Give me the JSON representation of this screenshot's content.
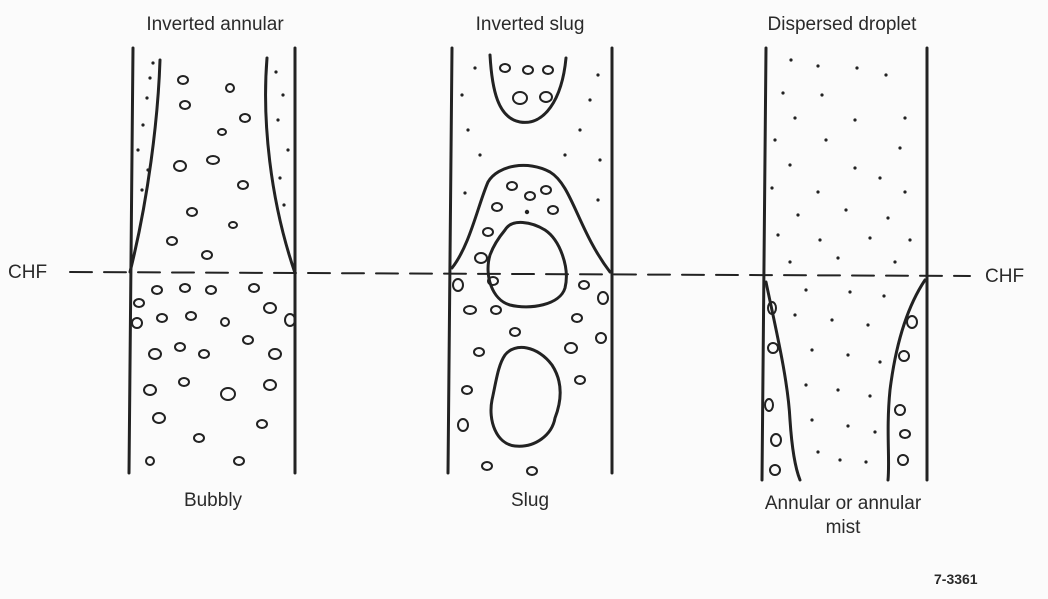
{
  "panels": [
    {
      "top_label": "Inverted annular",
      "bottom_label": "Bubbly"
    },
    {
      "top_label": "Inverted slug",
      "bottom_label": "Slug"
    },
    {
      "top_label": "Dispersed droplet",
      "bottom_label": "Annular or annular mist"
    }
  ],
  "chf_left": "CHF",
  "chf_right": "CHF",
  "figure_number": "7-3361",
  "colors": {
    "ink": "#222222",
    "paper": "#fbfbfb"
  }
}
